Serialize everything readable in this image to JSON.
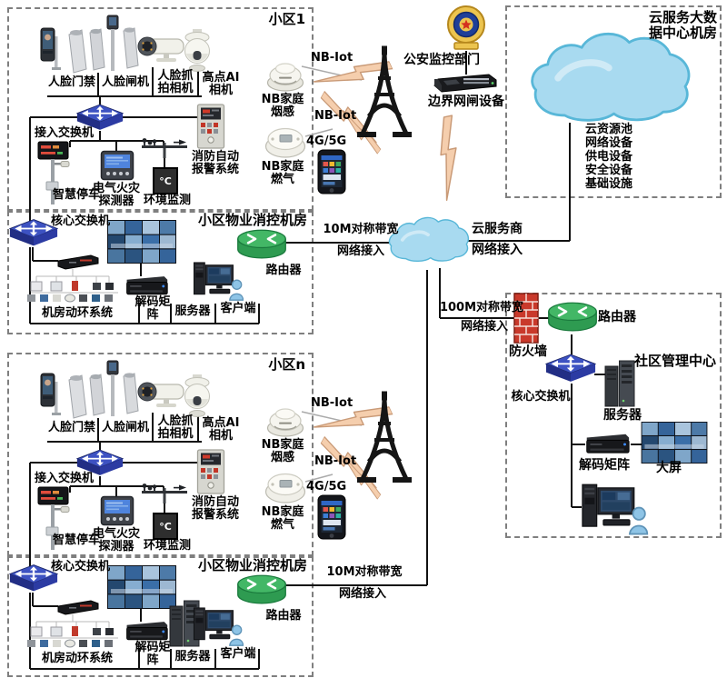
{
  "boxes": {
    "community1": {
      "title": "小区1"
    },
    "fire_room1": {
      "title": "小区物业消控机房"
    },
    "community_n": {
      "title": "小区n"
    },
    "fire_room2": {
      "title": "小区物业消控机房"
    },
    "datacenter": {
      "title_l1": "云服务大数",
      "title_l2": "据中心机房"
    },
    "management": {
      "title": "社区管理中心"
    }
  },
  "community_devices": {
    "face_access": "人脸门禁",
    "face_gate": "人脸闸机",
    "face_capture_l1": "人脸抓",
    "face_capture_l2": "拍相机",
    "ai_camera_l1": "高点AI",
    "ai_camera_l2": "相机",
    "access_switch": "接入交换机",
    "smart_parking": "智慧停车",
    "efire_l1": "电气火灾",
    "efire_l2": "探测器",
    "environment": "环境监测",
    "temp": "°C",
    "fire_alarm_l1": "消防自动",
    "fire_alarm_l2": "报警系统"
  },
  "fire_room_devices": {
    "core_switch": "核心交换机",
    "env_system": "机房动环系统",
    "decoder_l1": "解码矩",
    "decoder_l2": "阵",
    "server": "服务器",
    "client": "客户端",
    "router": "路由器"
  },
  "iot": {
    "nbiot_smoke": "NB-Iot",
    "smoke_l1": "NB家庭",
    "smoke_l2": "烟感",
    "nbiot_gas": "NB-Iot",
    "gas_l1": "NB家庭",
    "gas_l2": "燃气",
    "cellular": "4G/5G"
  },
  "police": {
    "dept": "公安监控部门",
    "gateway": "边界网闸设备"
  },
  "datacenter_items": [
    "云资源池",
    "网络设备",
    "供电设备",
    "安全设备",
    "基础设施"
  ],
  "links": {
    "bw10_l1": "10M对称带宽",
    "bw10_l2": "网络接入",
    "provider_l1": "云服务商",
    "provider_l2": "网络接入",
    "bw100_l1": "100M对称带宽",
    "bw100_l2": "网络接入"
  },
  "management": {
    "firewall": "防火墙",
    "router": "路由器",
    "core_switch": "核心交换机",
    "server": "服务器",
    "decoder": "解码矩阵",
    "big_screen": "大屏"
  },
  "colors": {
    "switch_blue": "#3d52c2",
    "router_green": "#43b766",
    "cloud_fill": "#a8daf0",
    "cloud_stroke": "#58b7d8",
    "firewall_red": "#c9392b",
    "bolt_fill": "#f5cead",
    "person_blue": "#8ec4e6",
    "wire": "#111111"
  }
}
